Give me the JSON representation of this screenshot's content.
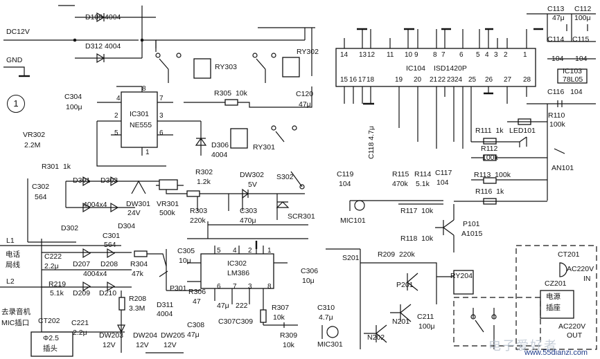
{
  "section_marker": "1",
  "labels": {
    "dc12v": "DC12V",
    "gnd": "GND",
    "d105": "D105",
    "d105_v": "4004",
    "d312": "D312",
    "d312_v": "4004",
    "ry303": "RY303",
    "ry302": "RY302",
    "ry301": "RY301",
    "ry204": "RY204",
    "c304": "C304",
    "c304_v": "100μ",
    "ic301": "IC301",
    "ne555": "NE555",
    "vr302": "VR302",
    "vr302_v": "2.2M",
    "r301": "R301",
    "r301_v": "1k",
    "r305": "R305",
    "r305_v": "10k",
    "c120": "C120",
    "c120_v": "47μ",
    "d306": "D306",
    "d306_v": "4004",
    "c302": "C302",
    "c302_v": "564",
    "d301": "D301",
    "d303": "D303",
    "d302": "D302",
    "d304": "D304",
    "bridge1": "4004x4",
    "dw301": "DW301",
    "dw301_v": "24V",
    "vr301": "VR301",
    "vr301_v": "500k",
    "r302": "R302",
    "r302_v": "1.2k",
    "dw302": "DW302",
    "dw302_v": "5V",
    "s302": "S302",
    "r303": "R303",
    "r303_v": "220k",
    "c303": "C303",
    "c303_v": "470μ",
    "scr301": "SCR301",
    "c301": "C301",
    "c301_v": "564",
    "l1": "L1",
    "line_cn1": "电话",
    "line_cn2": "局线",
    "l2": "L2",
    "c222": "C222",
    "c222_v": "2.2μ",
    "d207": "D207",
    "d208": "D208",
    "d209": "D209",
    "d210": "D210",
    "bridge2": "4004x4",
    "r219": "R219",
    "r219_v": "5.1k",
    "r304": "R304",
    "r304_v": "47k",
    "c305": "C305",
    "c305_v": "10μ",
    "ic302": "IC302",
    "lm386": "LM386",
    "c306": "C306",
    "c306_v": "10μ",
    "p301": "P301",
    "r306": "R306",
    "r306_v": "47",
    "r208": "R208",
    "r208_v": "3.3M",
    "d311": "D311",
    "d311_v": "4004",
    "c307": "C307",
    "c307_v": "47μ",
    "c308": "C308",
    "c308_v": "47μ",
    "c309": "C309",
    "c309_v": "222",
    "r307": "R307",
    "r307_v": "10k",
    "c310": "C310",
    "c310_v": "4.7μ",
    "r309": "R309",
    "r309_v": "10k",
    "mic301": "MIC301",
    "to_recorder1": "去录音机",
    "to_recorder2": "MIC插口",
    "ct202": "CT202",
    "plug_size": "Φ2.5",
    "plug_cn": "插头",
    "c221": "C221",
    "c221_v": "2.2μ",
    "dw203": "DW203",
    "dw203_v": "12V",
    "dw204": "DW204",
    "dw204_v": "12V",
    "dw205": "DW205",
    "dw205_v": "12V",
    "c113": "C113",
    "c113_v": "47μ",
    "c112": "C112",
    "c112_v": "100μ",
    "c114": "C114",
    "c114_v": "104",
    "c115": "C115",
    "c115_v": "104",
    "ic103": "IC103",
    "ic103_v": "78L05",
    "c116": "C116",
    "c116_v": "104",
    "ic104": "IC104",
    "isd": "ISD1420P",
    "r110": "R110",
    "r110_v": "100k",
    "r111": "R111",
    "r111_v": "1k",
    "led101": "LED101",
    "r112": "R112",
    "r112_v": "100k",
    "r113": "R113",
    "r113_v": "100k",
    "an101": "AN101",
    "c118": "C118",
    "c118_v": "4.7μ",
    "c119": "C119",
    "c119_v": "104",
    "r115": "R115",
    "r115_v": "470k",
    "r114": "R114",
    "r114_v": "5.1k",
    "c117": "C117",
    "c117_v": "104",
    "r116": "R116",
    "r116_v": "1k",
    "mic101": "MIC101",
    "r117": "R117",
    "r117_v": "10k",
    "r118": "R118",
    "r118_v": "10k",
    "p101": "P101",
    "a1015": "A1015",
    "s201": "S201",
    "r209": "R209",
    "r209_v": "220k",
    "p201": "P201",
    "n201": "N201",
    "n202": "N202",
    "c211": "C211",
    "c211_v": "100μ",
    "ct201": "CT201",
    "ac220v_in": "AC220V",
    "in": "IN",
    "cz201": "CZ201",
    "socket_cn1": "电源",
    "socket_cn2": "插座",
    "ac220v_out": "AC220V",
    "out": "OUT"
  },
  "isd_pins_top": [
    "14",
    "13",
    "12",
    "11",
    "10",
    "9",
    "8",
    "7",
    "6",
    "5",
    "4",
    "3",
    "2",
    "1"
  ],
  "isd_pins_bottom": [
    "15",
    "16",
    "17",
    "18",
    "19",
    "20",
    "21",
    "22",
    "23",
    "24",
    "25",
    "26",
    "27",
    "28"
  ],
  "ic301_pins": {
    "p4": "4",
    "p8": "8",
    "p7": "7",
    "p2": "2",
    "p3": "3",
    "p5": "5",
    "p6": "6",
    "p1": "1"
  },
  "ic302_pins": {
    "p5": "5",
    "p4": "4",
    "p2": "2",
    "p1": "1",
    "p6": "6",
    "p7": "7",
    "p3": "3",
    "p8": "8"
  },
  "watermark": {
    "cn": "电子爱好者",
    "url": "www.55dianzi.com",
    "color": "#1e3b8a"
  }
}
